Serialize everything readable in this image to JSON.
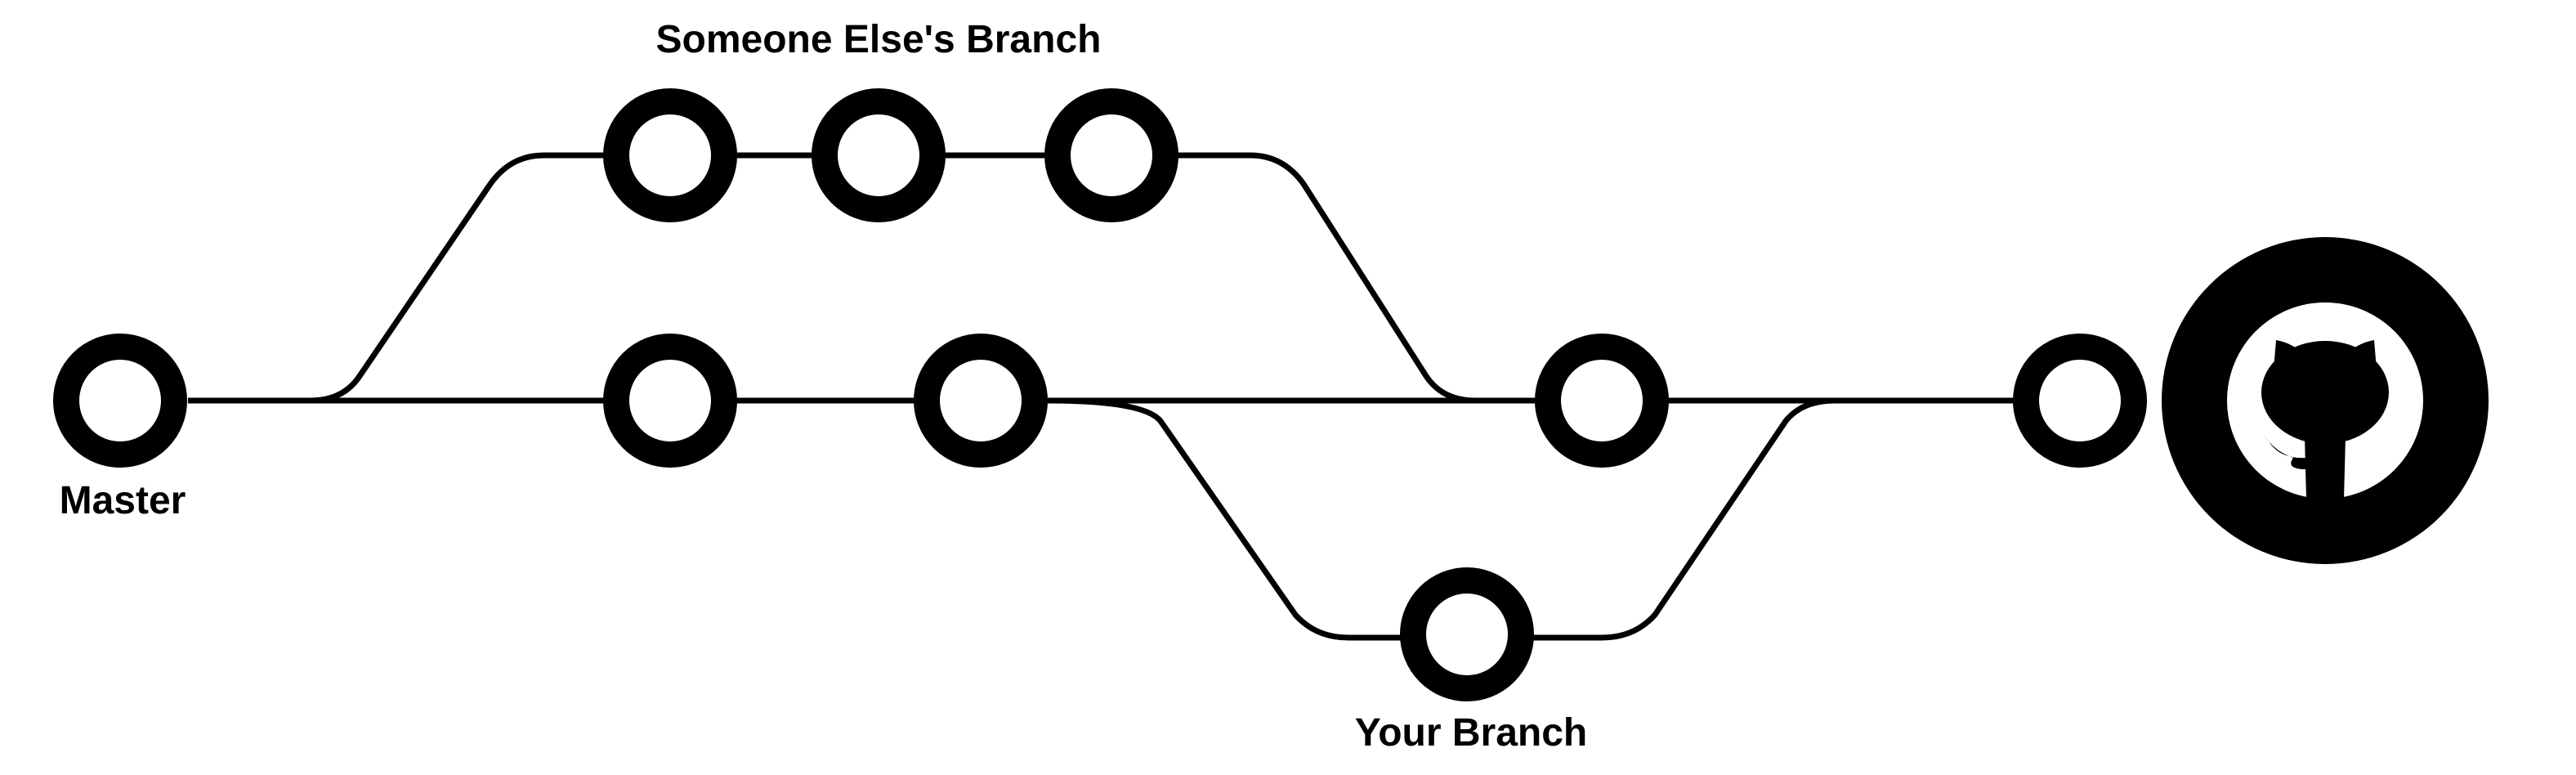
{
  "labels": {
    "top_branch": "Someone Else's Branch",
    "master": "Master",
    "your_branch": "Your Branch"
  },
  "colors": {
    "line": "#000000",
    "background": "#ffffff"
  },
  "icons": {
    "remote": "github-octocat-icon"
  }
}
